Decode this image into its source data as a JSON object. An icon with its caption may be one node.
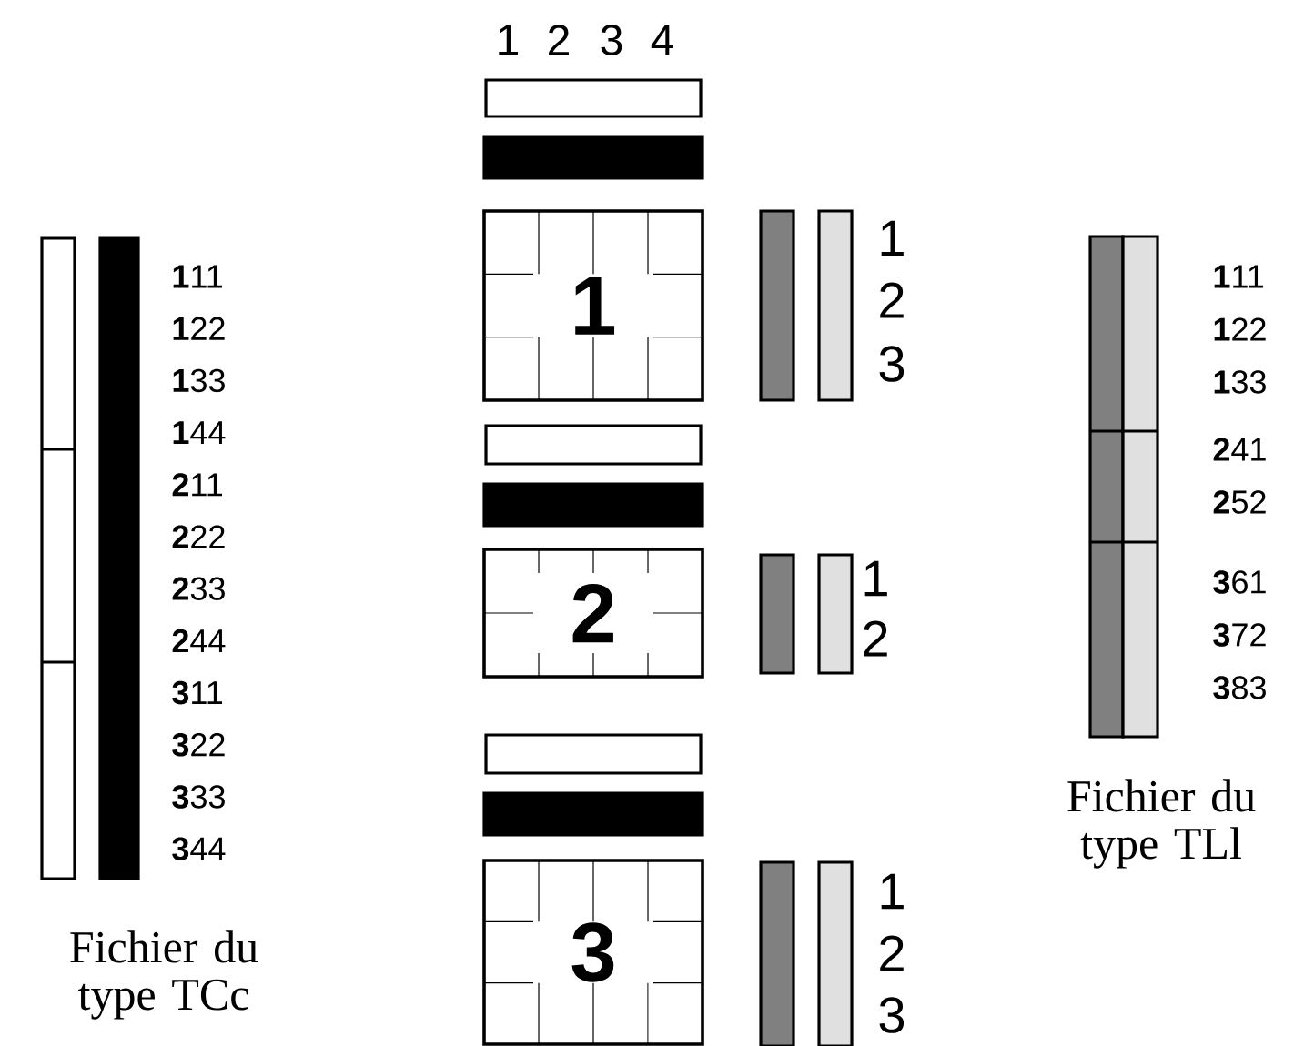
{
  "diagram": {
    "nodes": [
      {
        "text": [
          "1"
        ]
      },
      {
        "text": [
          "2"
        ]
      },
      {
        "text": [
          "3"
        ]
      }
    ],
    "labels": [
      "1",
      "2",
      "3",
      "4",
      "**1**11",
      "**1**22",
      "**1**33",
      "**1**44",
      "**2**11",
      "**2**22",
      "**2**33",
      "**2**44",
      "**3**11",
      "**3**22",
      "**3**33",
      "**3**44",
      "1",
      "2",
      "3",
      "1",
      "2",
      "1",
      "2",
      "3",
      "**1**11",
      "**1**22",
      "**1**33",
      "**2**41",
      "**2**52",
      "**3**61",
      "**3**72",
      "**3**83",
      "Fichier du type TCc",
      "Fichier du type TLl"
    ]
  }
}
